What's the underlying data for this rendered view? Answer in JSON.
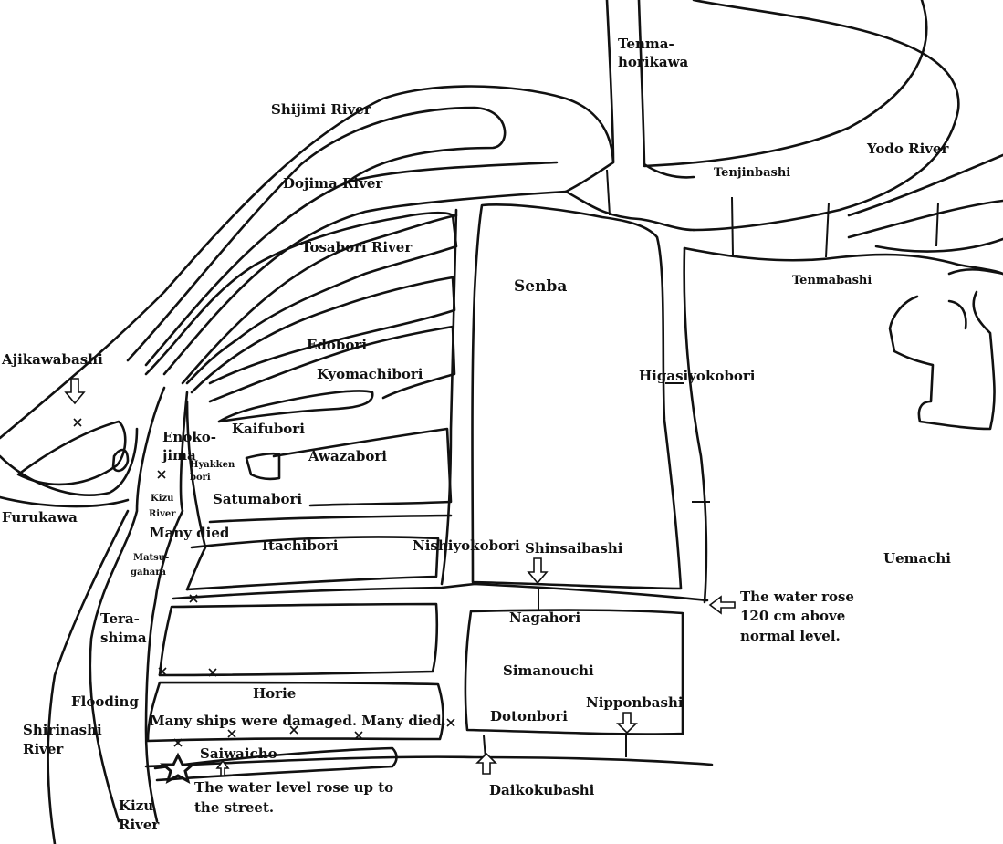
{
  "map": {
    "districts": {
      "senba": "Senba",
      "uemachi": "Uemachi",
      "simanouchi": "Simanouchi",
      "horie": "Horie",
      "saiwaicho": "Saiwaicho"
    },
    "rivers": {
      "tenma_line1": "Tenma-",
      "tenma_line2": "horikawa",
      "yodo": "Yodo River",
      "shijimi": "Shijimi River",
      "dojima": "Dojima River",
      "tosabori": "Tosabori River",
      "edobori": "Edobori",
      "kyomachibori": "Kyomachibori",
      "kaifubori": "Kaifubori",
      "awazabori": "Awazabori",
      "satumabori": "Satumabori",
      "itachibori": "Itachibori",
      "nishiyokobori": "Nishiyokobori",
      "higasiyokobori": "Higasiyokobori",
      "nagahori": "Nagahori",
      "dotonbori": "Dotonbori",
      "kizu_upper_line1": "Kizu",
      "kizu_upper_line2": "River",
      "kizu_lower_line1": "Kizu",
      "kizu_lower_line2": "River",
      "shirinashi_line1": "Shirinashi",
      "shirinashi_line2": "River",
      "hyakken_line1": "Hyakken",
      "hyakken_line2": "bori"
    },
    "bridges": {
      "tenjinbashi": "Tenjinbashi",
      "tenmabashi": "Tenmabashi",
      "ajikawabashi": "Ajikawabashi",
      "shinsaibashi": "Shinsaibashi",
      "nipponbashi": "Nipponbashi",
      "daikokubashi": "Daikokubashi"
    },
    "places": {
      "furukawa": "Furukawa",
      "enoko_line1": "Enoko-",
      "enoko_line2": "jima",
      "matsu_line1": "Matsu-",
      "matsu_line2": "gahara",
      "terashima_line1": "Tera-",
      "terashima_line2": "shima"
    },
    "notes": {
      "many_died": "Many died",
      "flooding": "Flooding",
      "ships_damaged": "Many ships were damaged. Many died.",
      "water_rose_line1": "The water rose",
      "water_rose_line2": "120 cm above",
      "water_rose_line3": "normal level.",
      "street_line1": "The water level rose up to",
      "street_line2": "the street."
    }
  },
  "colors": {
    "ink": "#111111",
    "paper": "#ffffff"
  },
  "icons": {
    "damage_marker": "x-mark-icon",
    "pointer": "down-arrow-icon",
    "epicenter": "star-icon"
  }
}
